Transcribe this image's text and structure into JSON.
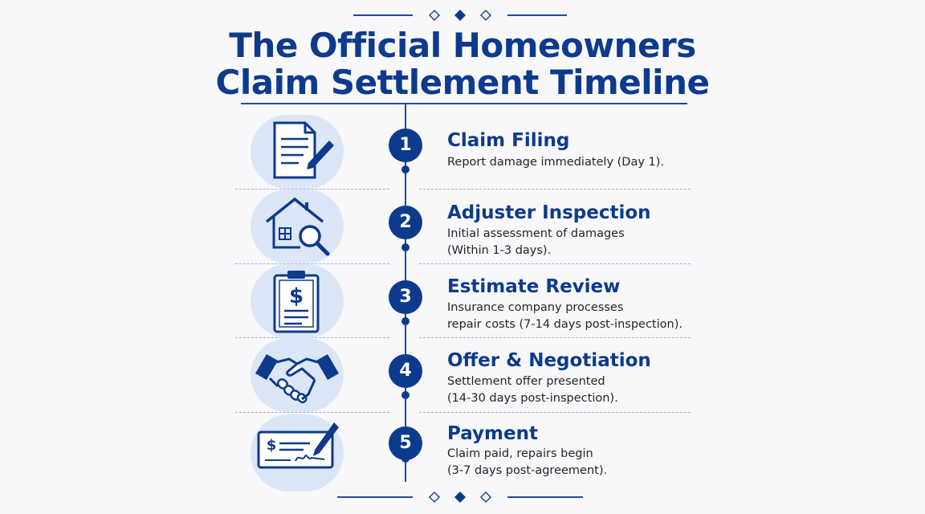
{
  "colors": {
    "primary": "#0d3a8c",
    "accent_line": "#1e4aa0",
    "icon_bubble": "#dbe6f7",
    "background": "#f8f8fa",
    "body_text": "#222428"
  },
  "header": {
    "title_line1": "The Official Homeowners",
    "title_line2": "Claim Settlement Timeline"
  },
  "steps": [
    {
      "number": "1",
      "title": "Claim Filing",
      "desc_line1": "Report damage immediately (Day 1).",
      "desc_line2": "",
      "icon": "document-pen-icon"
    },
    {
      "number": "2",
      "title": "Adjuster Inspection",
      "desc_line1": "Initial assessment of damages",
      "desc_line2": "(Within 1-3 days).",
      "icon": "house-magnifier-icon"
    },
    {
      "number": "3",
      "title": "Estimate Review",
      "desc_line1": "Insurance company processes",
      "desc_line2": "repair costs (7-14 days post-inspection).",
      "icon": "clipboard-dollar-icon"
    },
    {
      "number": "4",
      "title": "Offer & Negotiation",
      "desc_line1": "Settlement offer presented",
      "desc_line2": "(14-30 days post-inspection).",
      "icon": "handshake-icon"
    },
    {
      "number": "5",
      "title": "Payment",
      "desc_line1": "Claim paid, repairs begin",
      "desc_line2": "(3-7 days post-agreement).",
      "icon": "check-payment-icon"
    }
  ]
}
